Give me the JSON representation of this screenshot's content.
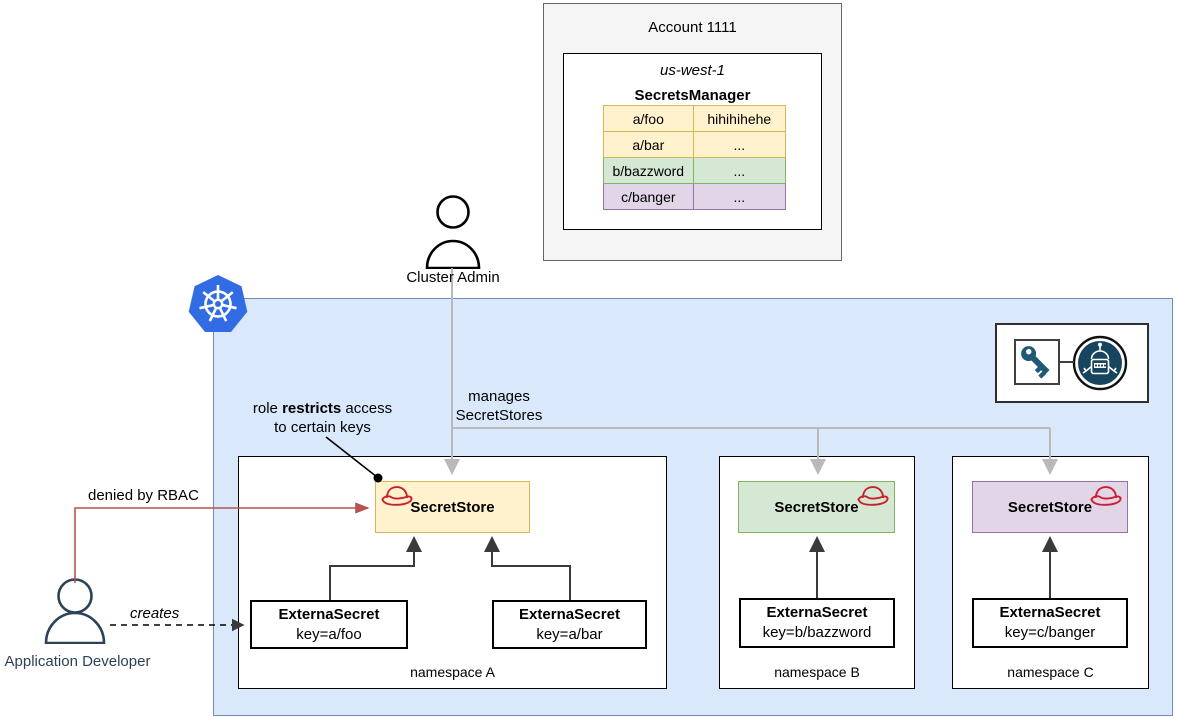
{
  "aws": {
    "account_title": "Account 1111",
    "region": "us-west-1",
    "service": "SecretsManager",
    "secrets": [
      {
        "name": "a/foo",
        "value": "hihihihehe",
        "row_color": "yellow"
      },
      {
        "name": "a/bar",
        "value": "...",
        "row_color": "yellow"
      },
      {
        "name": "b/bazzword",
        "value": "...",
        "row_color": "green"
      },
      {
        "name": "c/banger",
        "value": "...",
        "row_color": "purple"
      }
    ]
  },
  "actors": {
    "cluster_admin": "Cluster Admin",
    "app_developer": "Application Developer"
  },
  "connector_labels": {
    "manages_line1": "manages",
    "manages_line2": "SecretStores",
    "role_pre": "role ",
    "role_bold": "restricts",
    "role_post": " access",
    "role_line2": "to certain keys",
    "denied": "denied by RBAC",
    "creates": "creates"
  },
  "cluster": {
    "namespaces": [
      {
        "name": "namespace A",
        "store_label": "SecretStore",
        "store_color": "#fff2cc",
        "external_secrets": [
          {
            "title": "ExternaSecret",
            "key": "key=a/foo"
          },
          {
            "title": "ExternaSecret",
            "key": "key=a/bar"
          }
        ]
      },
      {
        "name": "namespace B",
        "store_label": "SecretStore",
        "store_color": "#d5e8d4",
        "external_secrets": [
          {
            "title": "ExternaSecret",
            "key": "key=b/bazzword"
          }
        ]
      },
      {
        "name": "namespace C",
        "store_label": "SecretStore",
        "store_color": "#e1d5e7",
        "external_secrets": [
          {
            "title": "ExternaSecret",
            "key": "key=c/banger"
          }
        ]
      }
    ]
  },
  "icons": {
    "kubernetes": "kubernetes-logo",
    "red_hat": "red-hat-icon",
    "key": "key-icon",
    "robot": "external-secrets-robot-icon",
    "cluster_admin": "person-icon",
    "app_developer": "person-icon"
  },
  "colors": {
    "cluster_fill": "#dae8fc",
    "cluster_border": "#6c8ebf",
    "yellow_fill": "#fff2cc",
    "yellow_border": "#d6b656",
    "green_fill": "#d5e8d4",
    "green_border": "#82b366",
    "purple_fill": "#e1d5e7",
    "purple_border": "#9673a6",
    "account_fill": "#f5f5f5",
    "denied_arrow": "#b85450",
    "manages_arrow": "#b9b9b9",
    "kubernetes_blue": "#326ce5",
    "red_hat_red": "#cc1f2d",
    "robot_navy": "#17455f",
    "key_teal": "#1e5a78"
  }
}
